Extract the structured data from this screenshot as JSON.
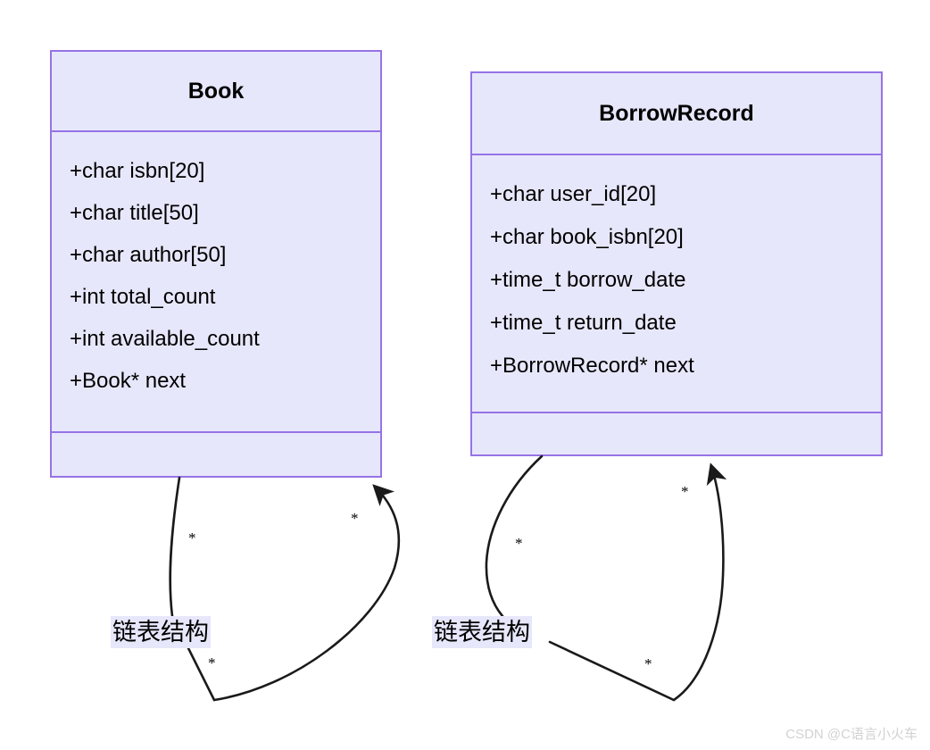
{
  "diagram": {
    "type": "uml-class-diagram",
    "background_color": "#ffffff",
    "class_fill_color": "#e7e7fb",
    "class_border_color": "#9673e6",
    "edge_color": "#1a1a1a"
  },
  "classes": [
    {
      "name": "Book",
      "attributes": [
        "+char isbn[20]",
        "+char title[50]",
        "+char author[50]",
        "+int total_count",
        "+int available_count",
        "+Book* next"
      ],
      "methods": []
    },
    {
      "name": "BorrowRecord",
      "attributes": [
        "+char user_id[20]",
        "+char book_isbn[20]",
        "+time_t borrow_date",
        "+time_t return_date",
        "+BorrowRecord* next"
      ],
      "methods": []
    }
  ],
  "associations": [
    {
      "source": "Book",
      "target": "Book",
      "label": "链表结构",
      "source_multiplicity": "*",
      "target_multiplicity": "*",
      "multiplicities": [
        "*",
        "*",
        "*",
        "*"
      ]
    },
    {
      "source": "BorrowRecord",
      "target": "BorrowRecord",
      "label": "链表结构",
      "source_multiplicity": "*",
      "target_multiplicity": "*",
      "multiplicities": [
        "*",
        "*",
        "*",
        "*"
      ]
    }
  ],
  "watermark": {
    "text": "CSDN @C语言小火车"
  }
}
